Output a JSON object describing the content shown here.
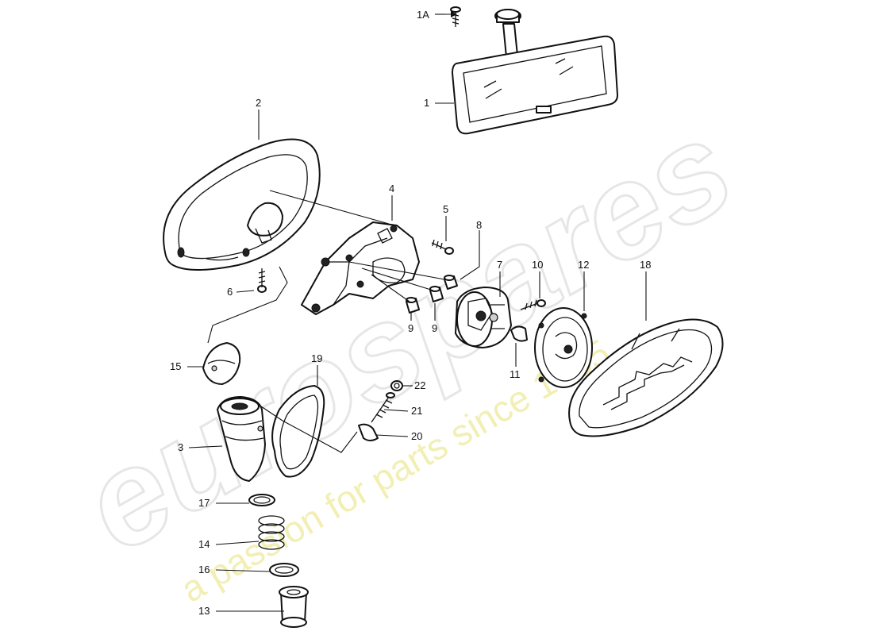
{
  "diagram": {
    "callouts": {
      "c1A": "1A",
      "c1": "1",
      "c2": "2",
      "c3": "3",
      "c4": "4",
      "c5": "5",
      "c6": "6",
      "c7": "7",
      "c8": "8",
      "c9a": "9",
      "c9b": "9",
      "c10": "10",
      "c11": "11",
      "c12": "12",
      "c13": "13",
      "c14": "14",
      "c15": "15",
      "c16": "16",
      "c17": "17",
      "c18": "18",
      "c19": "19",
      "c20": "20",
      "c21": "21",
      "c22": "22"
    },
    "watermark": {
      "brand": "eurospares",
      "tagline": "a passion for parts since 1985"
    }
  }
}
